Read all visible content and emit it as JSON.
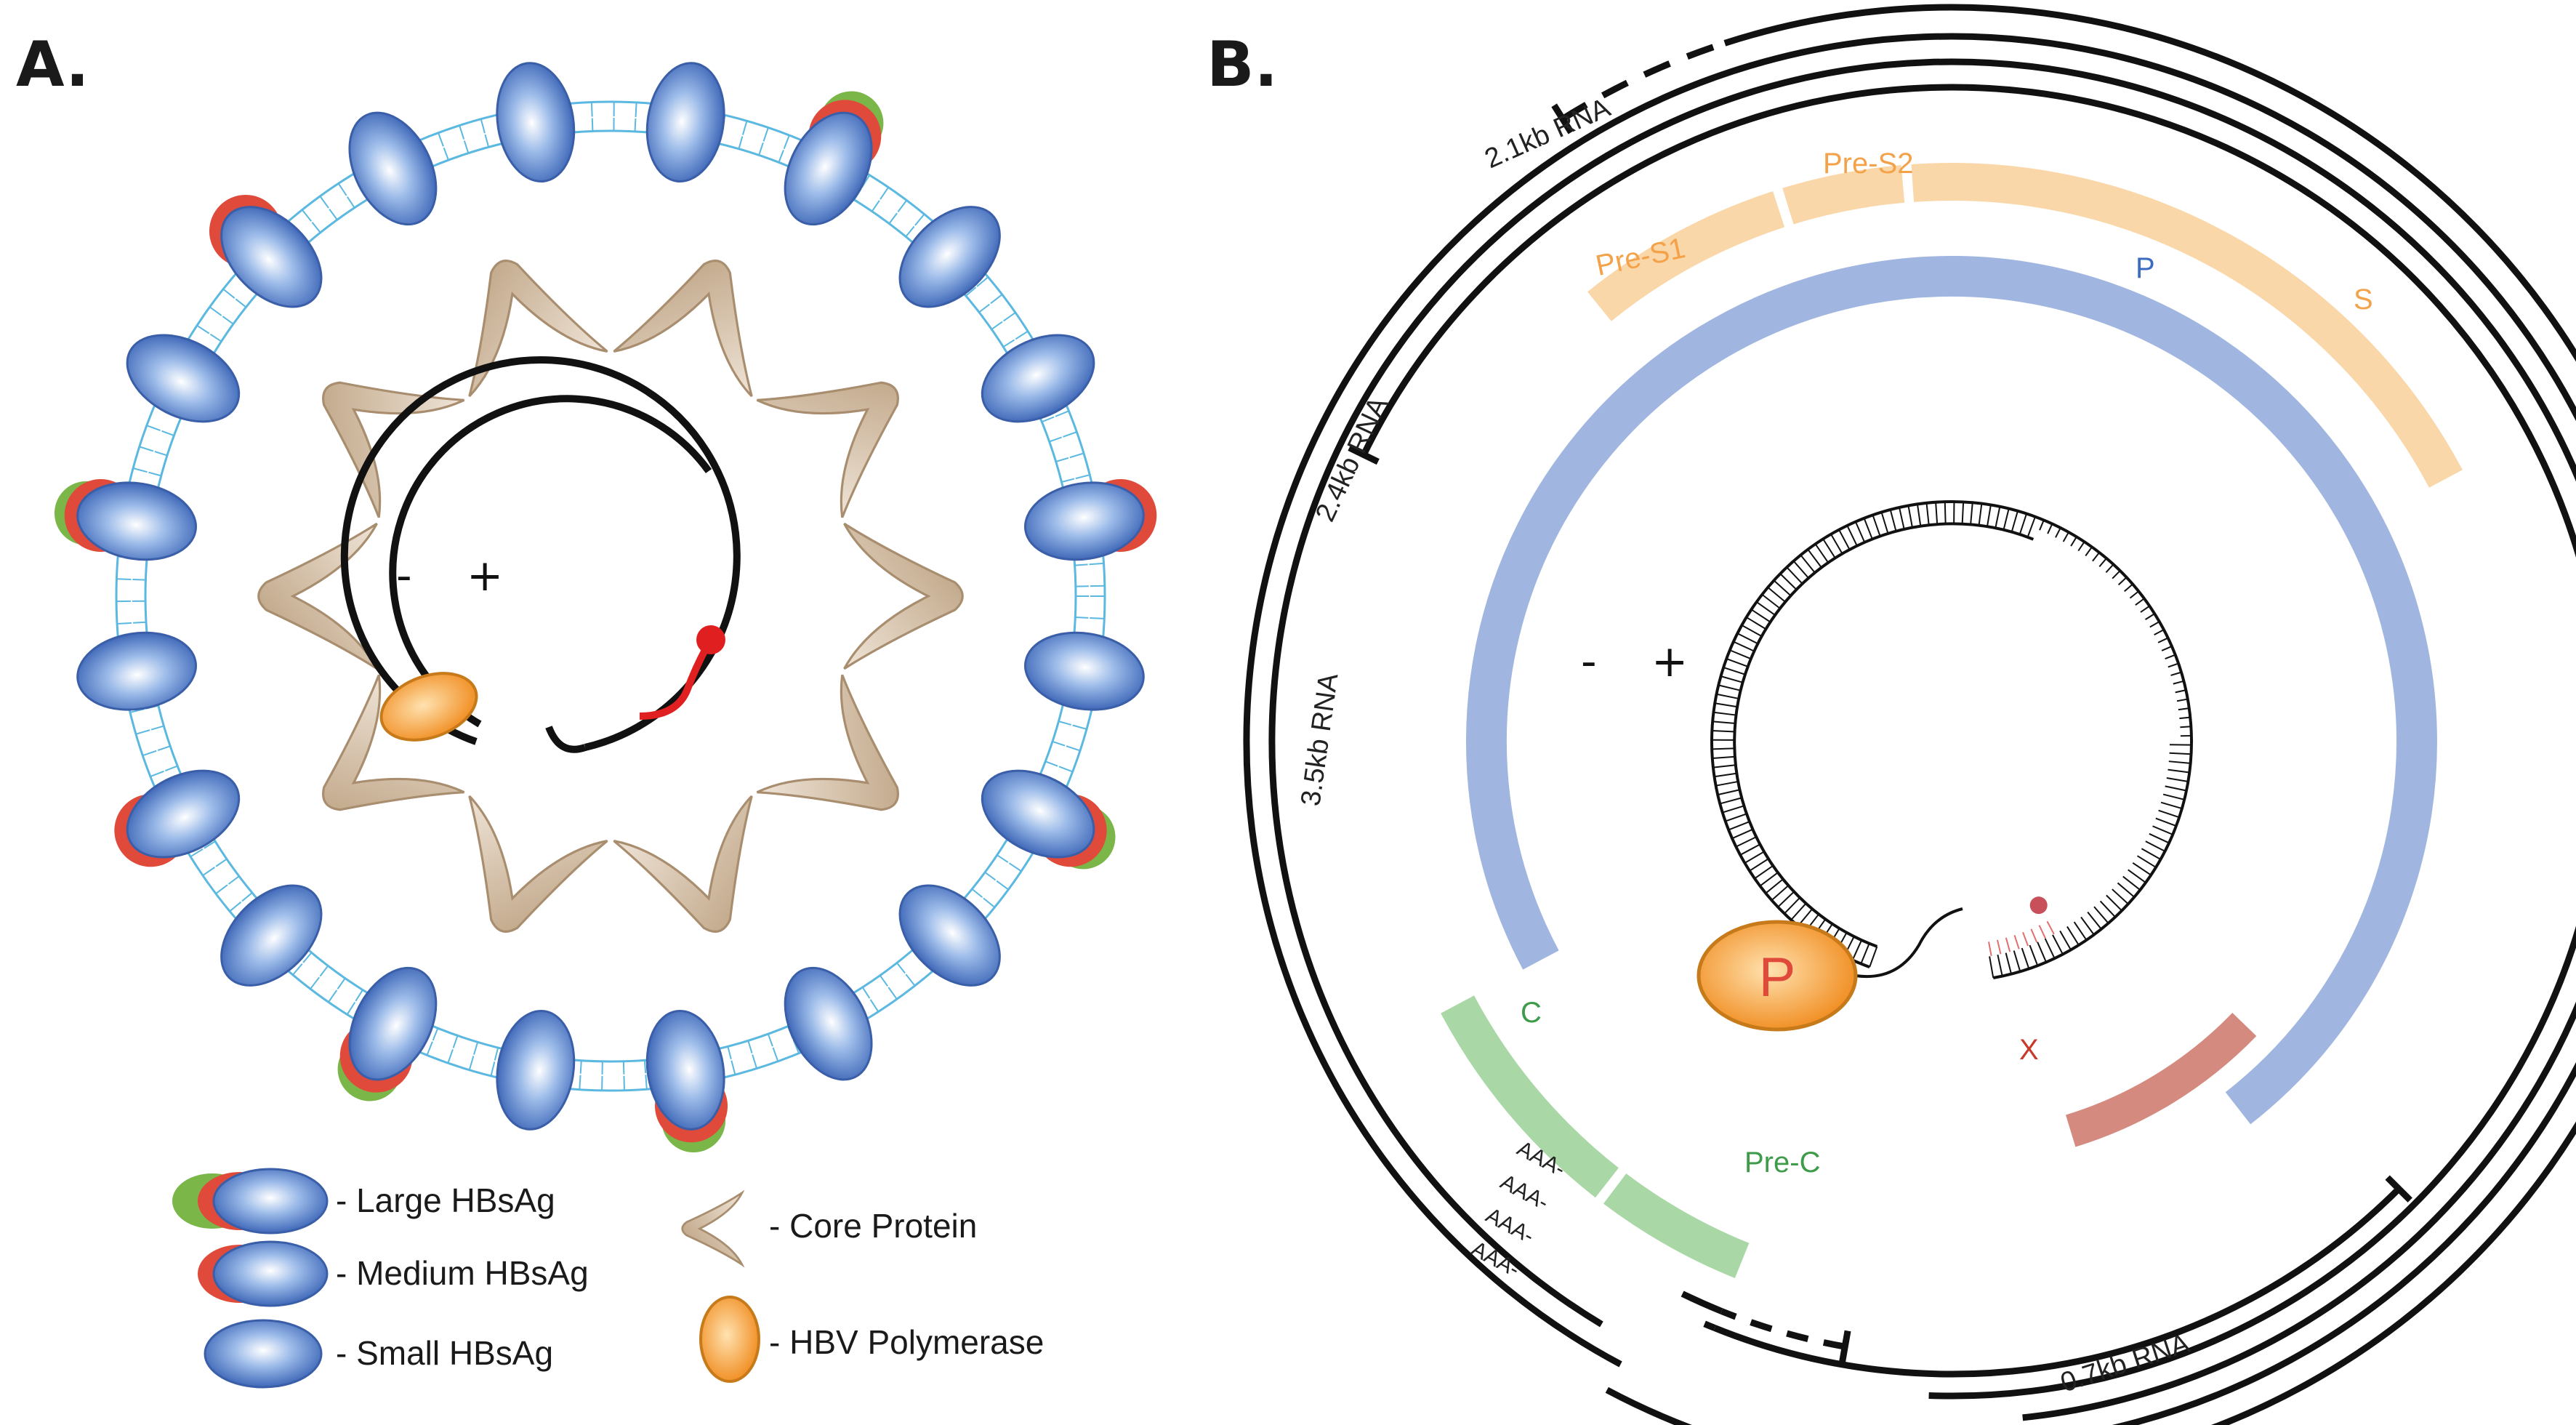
{
  "panels": {
    "a": "A.",
    "b": "B."
  },
  "legend": {
    "large": "- Large HBsAg",
    "medium": "- Medium HBsAg",
    "small": "- Small HBsAg",
    "core": "- Core Protein",
    "polymerase": "- HBV Polymerase"
  },
  "strands": {
    "minus": "-",
    "plus": "+"
  },
  "genome_b": {
    "genes": {
      "pres1": "Pre-S1",
      "pres2": "Pre-S2",
      "s": "S",
      "p": "P",
      "c": "C",
      "prec": "Pre-C",
      "x": "X"
    },
    "polymerase_label": "P",
    "rna": {
      "r21": "2.1kb RNA",
      "r24": "2.4kb RNA",
      "r35": "3.5kb RNA",
      "r07": "0.7kb RNA"
    },
    "polya": "AAA-"
  },
  "colors": {
    "hbsag_blue": "#4f7fcf",
    "large_green": "#7ab648",
    "medium_red": "#e04a3a",
    "core_tan": "#c8ad8f",
    "polymerase_orange": "#f29a2e",
    "membrane": "#5bb8e0",
    "preS_fill": "#fad7a8",
    "P_fill": "#a0b6e0",
    "C_fill": "#a9d8a6",
    "X_fill": "#d58a80",
    "pregenome_red": "#e02020"
  }
}
